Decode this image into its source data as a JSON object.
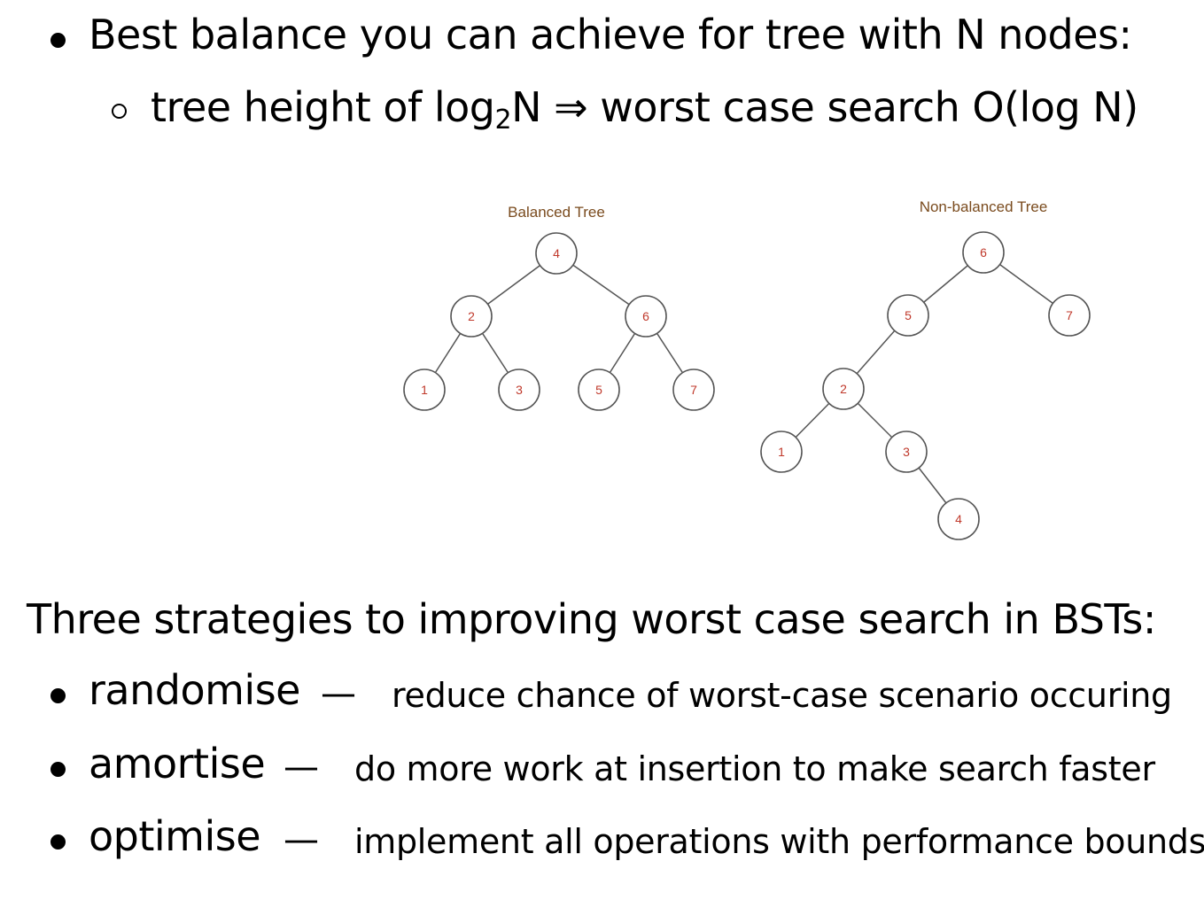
{
  "intro": {
    "bullet1": "Best balance you can achieve for tree with N nodes:",
    "sub_prefix": "tree height of log",
    "sub_subscript": "2",
    "sub_suffix": "N ⇒ worst case search O(log N)"
  },
  "diagram": {
    "balanced": {
      "title": "Balanced Tree",
      "nodes": [
        "4",
        "2",
        "6",
        "1",
        "3",
        "5",
        "7"
      ]
    },
    "nonbalanced": {
      "title": "Non-balanced Tree",
      "nodes": [
        "6",
        "5",
        "7",
        "2",
        "1",
        "3",
        "4"
      ]
    },
    "colors": {
      "node_label": "#c0392b",
      "title": "#7a4b1e"
    }
  },
  "strategies": {
    "heading": "Three strategies to improving worst case search in BSTs:",
    "dash": "—",
    "items": [
      {
        "term": "randomise",
        "desc": "reduce chance of worst-case scenario occuring"
      },
      {
        "term": "amortise",
        "desc": "do more work at insertion to make search faster"
      },
      {
        "term": "optimise",
        "desc": "implement all operations with performance bounds"
      }
    ]
  }
}
